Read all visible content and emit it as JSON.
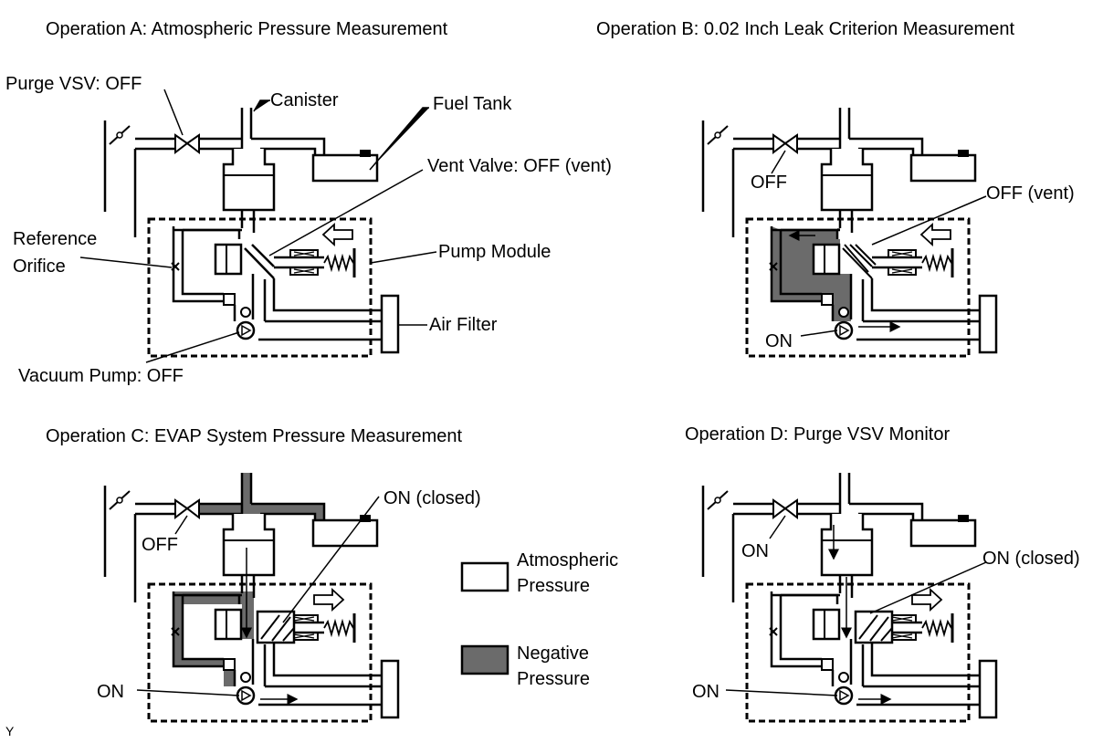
{
  "titles": {
    "a": "Operation A: Atmospheric Pressure Measurement",
    "b": "Operation B: 0.02 Inch Leak Criterion Measurement",
    "c": "Operation C: EVAP System Pressure Measurement",
    "d": "Operation D: Purge VSV Monitor"
  },
  "labels_a": {
    "purge_vsv": "Purge VSV: OFF",
    "canister": "Canister",
    "fuel_tank": "Fuel Tank",
    "vent_valve": "Vent Valve: OFF (vent)",
    "reference": "Reference",
    "orifice": "Orifice",
    "pump_module": "Pump Module",
    "air_filter": "Air Filter",
    "vacuum_pump": "Vacuum Pump: OFF"
  },
  "labels_b": {
    "vsv": "OFF",
    "vent": "OFF (vent)",
    "pump": "ON"
  },
  "labels_c": {
    "vsv": "OFF",
    "vent": "ON (closed)",
    "pump": "ON"
  },
  "labels_d": {
    "vsv": "ON",
    "vent": "ON (closed)",
    "pump": "ON"
  },
  "legend": {
    "atmospheric_1": "Atmospheric",
    "atmospheric_2": "Pressure",
    "negative_1": "Negative",
    "negative_2": "Pressure"
  },
  "colors": {
    "line": "#000000",
    "negative": "#6b6b6b",
    "atmospheric": "#ffffff"
  },
  "corner_mark": "Y"
}
